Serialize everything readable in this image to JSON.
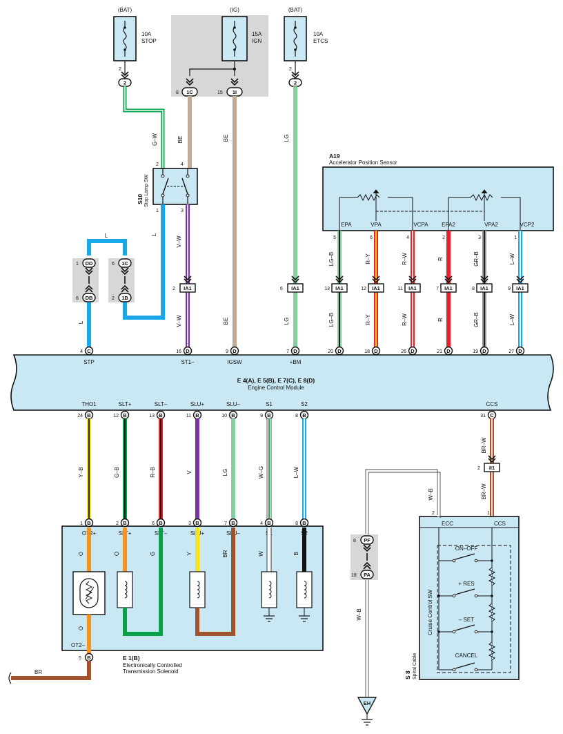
{
  "fuses": [
    {
      "source": "(BAT)",
      "rating": "10A",
      "name": "STOP"
    },
    {
      "source": "(IG)",
      "rating": "15A",
      "name": "IGN"
    },
    {
      "source": "(BAT)",
      "rating": "10A",
      "name": "ETCS"
    }
  ],
  "colors": {
    "G": "#0aa14a",
    "W": "#ffffff",
    "L": "#19a8e8",
    "BE": "#c2ab94",
    "V": "#7a35a5",
    "LG": "#86cfa0",
    "B": "#111111",
    "R": "#e8222b",
    "Y": "#f7e119",
    "O": "#f6931e",
    "BR": "#a0532d",
    "GR": "#9a9a9a",
    "box": "#c9e8f3",
    "shade": "#d7d7d7"
  },
  "stop_switch": {
    "id": "S10",
    "name": "Stop Lamp SW",
    "pins": [
      "2",
      "4",
      "1",
      "3"
    ]
  },
  "top_wires": {
    "stop_upper": "G–W",
    "stop_lower": "L",
    "loop": "L",
    "loop_lower": "L",
    "st1_upper": "V–W",
    "st1_lower": "V–W",
    "ign_left": "BE",
    "ign_right": "BE",
    "igsw_lower": "BE",
    "bm_upper": "LG",
    "bm_lower": "LG"
  },
  "connectors_top": {
    "f1": "2",
    "f1_pin": "2",
    "ig_1c": "1C",
    "ig_1c_pin": "8",
    "ig_1i": "1I",
    "ig_1i_pin": "15",
    "f3": "2",
    "f3_pin": "2",
    "dd": "DD",
    "dd_pin": "1",
    "db": "DB",
    "db_pin": "6",
    "c1c": "1C",
    "c1c_pin": "6",
    "c1b": "1B",
    "c1b_pin": "2",
    "st1_ia1": "IA1",
    "st1_ia1_pin": "2",
    "bm_ia1": "IA1",
    "bm_ia1_pin": "6"
  },
  "sensor": {
    "id": "A19",
    "name": "Accelerator Position Sensor",
    "terminals": [
      {
        "label": "EPA",
        "pin": "5",
        "color": "LG–B",
        "ia1": "13",
        "ecm_pin": "20",
        "ecm_label": "EPA"
      },
      {
        "label": "VPA",
        "pin": "6",
        "color": "R–Y",
        "ia1": "12",
        "ecm_pin": "18",
        "ecm_label": "VPA"
      },
      {
        "label": "VCPA",
        "pin": "4",
        "color": "R–W",
        "ia1": "11",
        "ecm_pin": "26",
        "ecm_label": "VCPA"
      },
      {
        "label": "EPA2",
        "pin": "2",
        "color": "R",
        "ia1": "7",
        "ecm_pin": "21",
        "ecm_label": "EPA2"
      },
      {
        "label": "VPA2",
        "pin": "3",
        "color": "GR–B",
        "ia1": "8",
        "ecm_pin": "19",
        "ecm_label": "VPA2"
      },
      {
        "label": "VCP2",
        "pin": "1",
        "color": "L–W",
        "ia1": "9",
        "ecm_pin": "27",
        "ecm_label": "VCP2"
      }
    ],
    "connector": "IA1"
  },
  "ecm": {
    "title": "E 4(A), E 5(B), E 7(C), E 8(D)",
    "name": "Engine Control Module",
    "top_pins": [
      {
        "pin": "4",
        "conn": "C",
        "label": "STP"
      },
      {
        "pin": "16",
        "conn": "D",
        "label": "ST1–"
      },
      {
        "pin": "9",
        "conn": "D",
        "label": "IGSW"
      },
      {
        "pin": "7",
        "conn": "D",
        "label": "+BM"
      }
    ],
    "bottom_pins": [
      {
        "pin": "24",
        "conn": "B",
        "label": "THO1"
      },
      {
        "pin": "12",
        "conn": "B",
        "label": "SLT+"
      },
      {
        "pin": "13",
        "conn": "B",
        "label": "SLT–"
      },
      {
        "pin": "11",
        "conn": "B",
        "label": "SLU+"
      },
      {
        "pin": "10",
        "conn": "B",
        "label": "SLU–"
      },
      {
        "pin": "9",
        "conn": "B",
        "label": "S1"
      },
      {
        "pin": "8",
        "conn": "B",
        "label": "S2"
      },
      {
        "pin": "31",
        "conn": "C",
        "label": "CCS"
      }
    ],
    "conn_letter_d": "D"
  },
  "solenoid": {
    "id": "E 1(B)",
    "name1": "Electronically Controlled",
    "name2": "Transmission Solenoid",
    "wires": [
      {
        "color": "Y–B",
        "pin": "1",
        "label": "OT2+",
        "inner": "O"
      },
      {
        "color": "G–B",
        "pin": "2",
        "label": "SLT+",
        "inner": "O"
      },
      {
        "color": "R–B",
        "pin": "6",
        "label": "SLT–",
        "inner": "G"
      },
      {
        "color": "V",
        "pin": "3",
        "label": "SLU+",
        "inner": "Y"
      },
      {
        "color": "LG",
        "pin": "7",
        "label": "SLU–",
        "inner": "BR"
      },
      {
        "color": "W–G",
        "pin": "4",
        "label": "S1",
        "inner": "W"
      },
      {
        "color": "L–W",
        "pin": "8",
        "label": "S2",
        "inner": "B"
      }
    ],
    "ot2_minus": "OT2–",
    "ot2_minus_pin": "5",
    "ot2_inner": "O",
    "conn": "B",
    "ground_wire": "BR"
  },
  "cruise": {
    "wire_upper": "BR–W",
    "wire_lower": "BR–W",
    "ii1": "II1",
    "ii1_pin": "2",
    "ecc": "ECC",
    "ccs": "CCS",
    "ecc_pin": "2",
    "ccs_pin": "1",
    "switch_name": "Cruise Control SW",
    "id": "S 8",
    "cable": "Spiral Cable",
    "buttons": [
      "ON–OFF",
      "+ RES",
      "– SET",
      "CANCEL"
    ]
  },
  "spiral": {
    "wire_upper": "W–B",
    "wire_lower": "W–B",
    "pf": "PF",
    "pf_pin": "8",
    "pa": "PA",
    "pa_pin": "18",
    "ground": "EH"
  }
}
